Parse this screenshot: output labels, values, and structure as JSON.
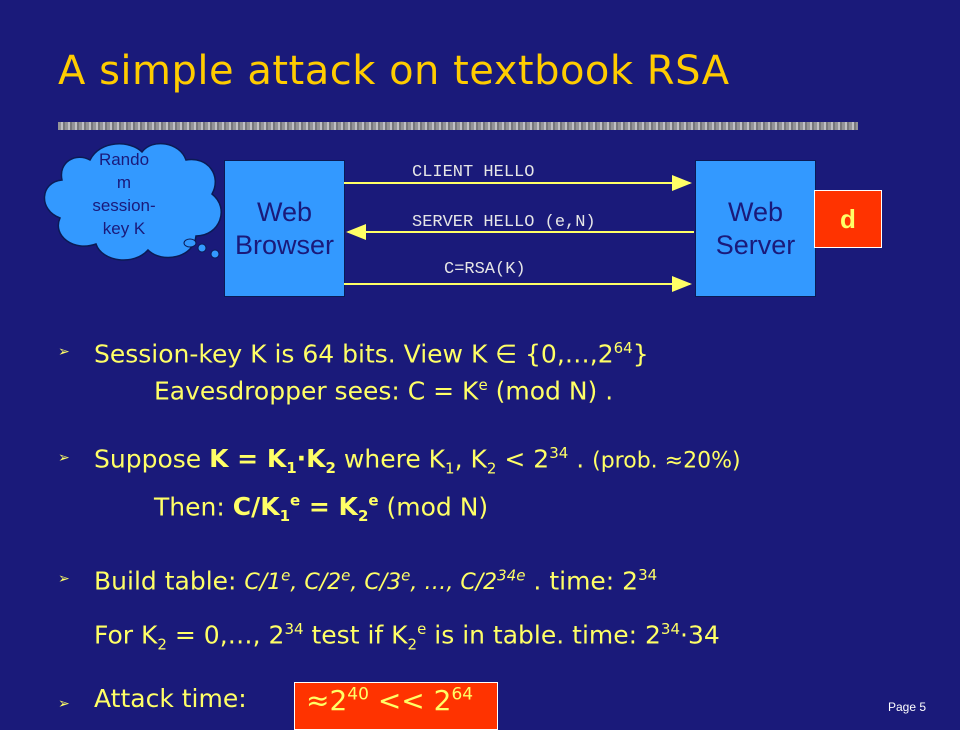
{
  "slide": {
    "title": "A simple attack on textbook RSA",
    "page": "Page 5"
  },
  "diagram": {
    "cloud_lines": [
      "Rando",
      "m",
      "session-",
      "key K"
    ],
    "browser_lines": [
      "Web",
      "Browser"
    ],
    "server_lines": [
      "Web",
      "Server"
    ],
    "secret_label": "d",
    "messages": [
      "CLIENT HELLO",
      "SERVER HELLO (e,N)",
      "C=RSA(K)"
    ]
  },
  "bullets": {
    "b1": {
      "l1_a": "Session-key  K is 64 bits.     View   K ",
      "l1_sym": "∈",
      "l1_b": " {0,…,2",
      "l1_sup": "64",
      "l1_c": "}",
      "l2_a": "Eavesdropper sees:   C = K",
      "l2_sup": "e",
      "l2_b": " (mod N) ."
    },
    "b2": {
      "l1_a": "Suppose  ",
      "l1_k": "K = K",
      "l1_k_sub1": "1",
      "l1_dot": "·K",
      "l1_k_sub2": "2",
      "l1_b": "   where   K",
      "l1_sub1": "1",
      "l1_c": ", K",
      "l1_sub2": "2",
      "l1_d": " < 2",
      "l1_sup": "34",
      "l1_e": " .   ",
      "l1_prob": "(prob. ≈20%)",
      "l2_a": "Then:   ",
      "l2_b": "C/K",
      "l2_sub1": "1",
      "l2_sup1": "e",
      "l2_c": " = K",
      "l2_sub2": "2",
      "l2_sup2": "e",
      "l2_d": "  (mod N)"
    },
    "b3": {
      "l1_a": "Build table:  ",
      "l1_tbl": "C/1",
      "l1_tbl_e1": "e",
      "l1_tbl2": ", C/2",
      "l1_tbl_e2": "e",
      "l1_tbl3": ", C/3",
      "l1_tbl_e3": "e",
      "l1_tbl4": ", …, C/2",
      "l1_tbl_e4": "34e",
      "l1_b": " .   time:  2",
      "l1_sup": "34",
      "l2_a": "For  K",
      "l2_sub": "2",
      "l2_b": " = 0,…, 2",
      "l2_sup": "34",
      "l2_c": "  test if  K",
      "l2_sub2": "2",
      "l2_sup2": "e",
      "l2_d": "  is in table.   time: 2",
      "l2_sup3": "34",
      "l2_e": "·34"
    },
    "b4": {
      "label": "Attack time:",
      "val_a": "≈2",
      "val_sup1": "40",
      "val_b": " << 2",
      "val_sup2": "64"
    }
  },
  "colors": {
    "background": "#1a1a7a",
    "title": "#ffcc00",
    "text": "#ffff66",
    "box": "#3399ff",
    "highlight": "#ff3300"
  },
  "icons": [
    "thought-cloud-icon",
    "arrow-bullet-icon"
  ]
}
